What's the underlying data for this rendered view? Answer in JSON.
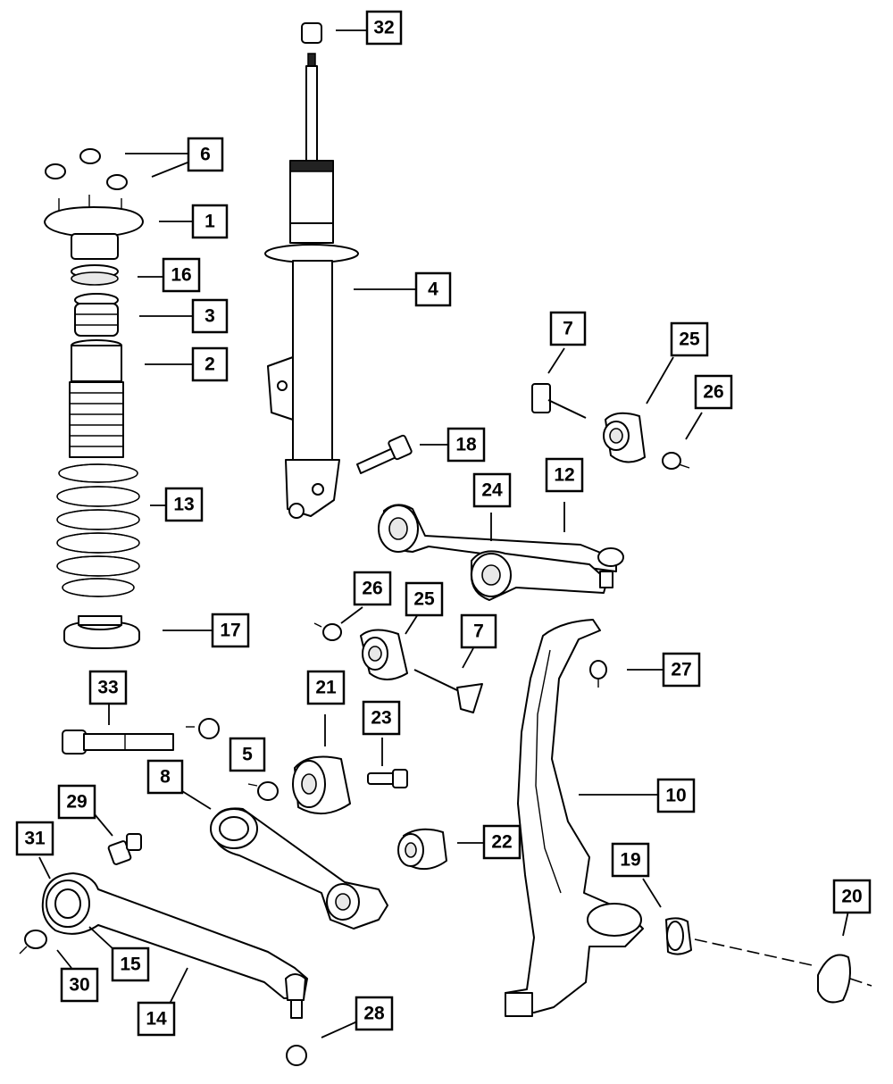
{
  "callouts": [
    {
      "id": "c32",
      "label": "32"
    },
    {
      "id": "c6",
      "label": "6"
    },
    {
      "id": "c1",
      "label": "1"
    },
    {
      "id": "c16",
      "label": "16"
    },
    {
      "id": "c3",
      "label": "3"
    },
    {
      "id": "c2",
      "label": "2"
    },
    {
      "id": "c4",
      "label": "4"
    },
    {
      "id": "c13",
      "label": "13"
    },
    {
      "id": "c17",
      "label": "17"
    },
    {
      "id": "c18",
      "label": "18"
    },
    {
      "id": "c7a",
      "label": "7"
    },
    {
      "id": "c25a",
      "label": "25"
    },
    {
      "id": "c26a",
      "label": "26"
    },
    {
      "id": "c12",
      "label": "12"
    },
    {
      "id": "c24",
      "label": "24"
    },
    {
      "id": "c26b",
      "label": "26"
    },
    {
      "id": "c25b",
      "label": "25"
    },
    {
      "id": "c7b",
      "label": "7"
    },
    {
      "id": "c27",
      "label": "27"
    },
    {
      "id": "c33",
      "label": "33"
    },
    {
      "id": "c21",
      "label": "21"
    },
    {
      "id": "c23",
      "label": "23"
    },
    {
      "id": "c5",
      "label": "5"
    },
    {
      "id": "c8",
      "label": "8"
    },
    {
      "id": "c10",
      "label": "10"
    },
    {
      "id": "c29",
      "label": "29"
    },
    {
      "id": "c22",
      "label": "22"
    },
    {
      "id": "c31",
      "label": "31"
    },
    {
      "id": "c19",
      "label": "19"
    },
    {
      "id": "c20",
      "label": "20"
    },
    {
      "id": "c15",
      "label": "15"
    },
    {
      "id": "c30",
      "label": "30"
    },
    {
      "id": "c14",
      "label": "14"
    },
    {
      "id": "c28",
      "label": "28"
    }
  ]
}
